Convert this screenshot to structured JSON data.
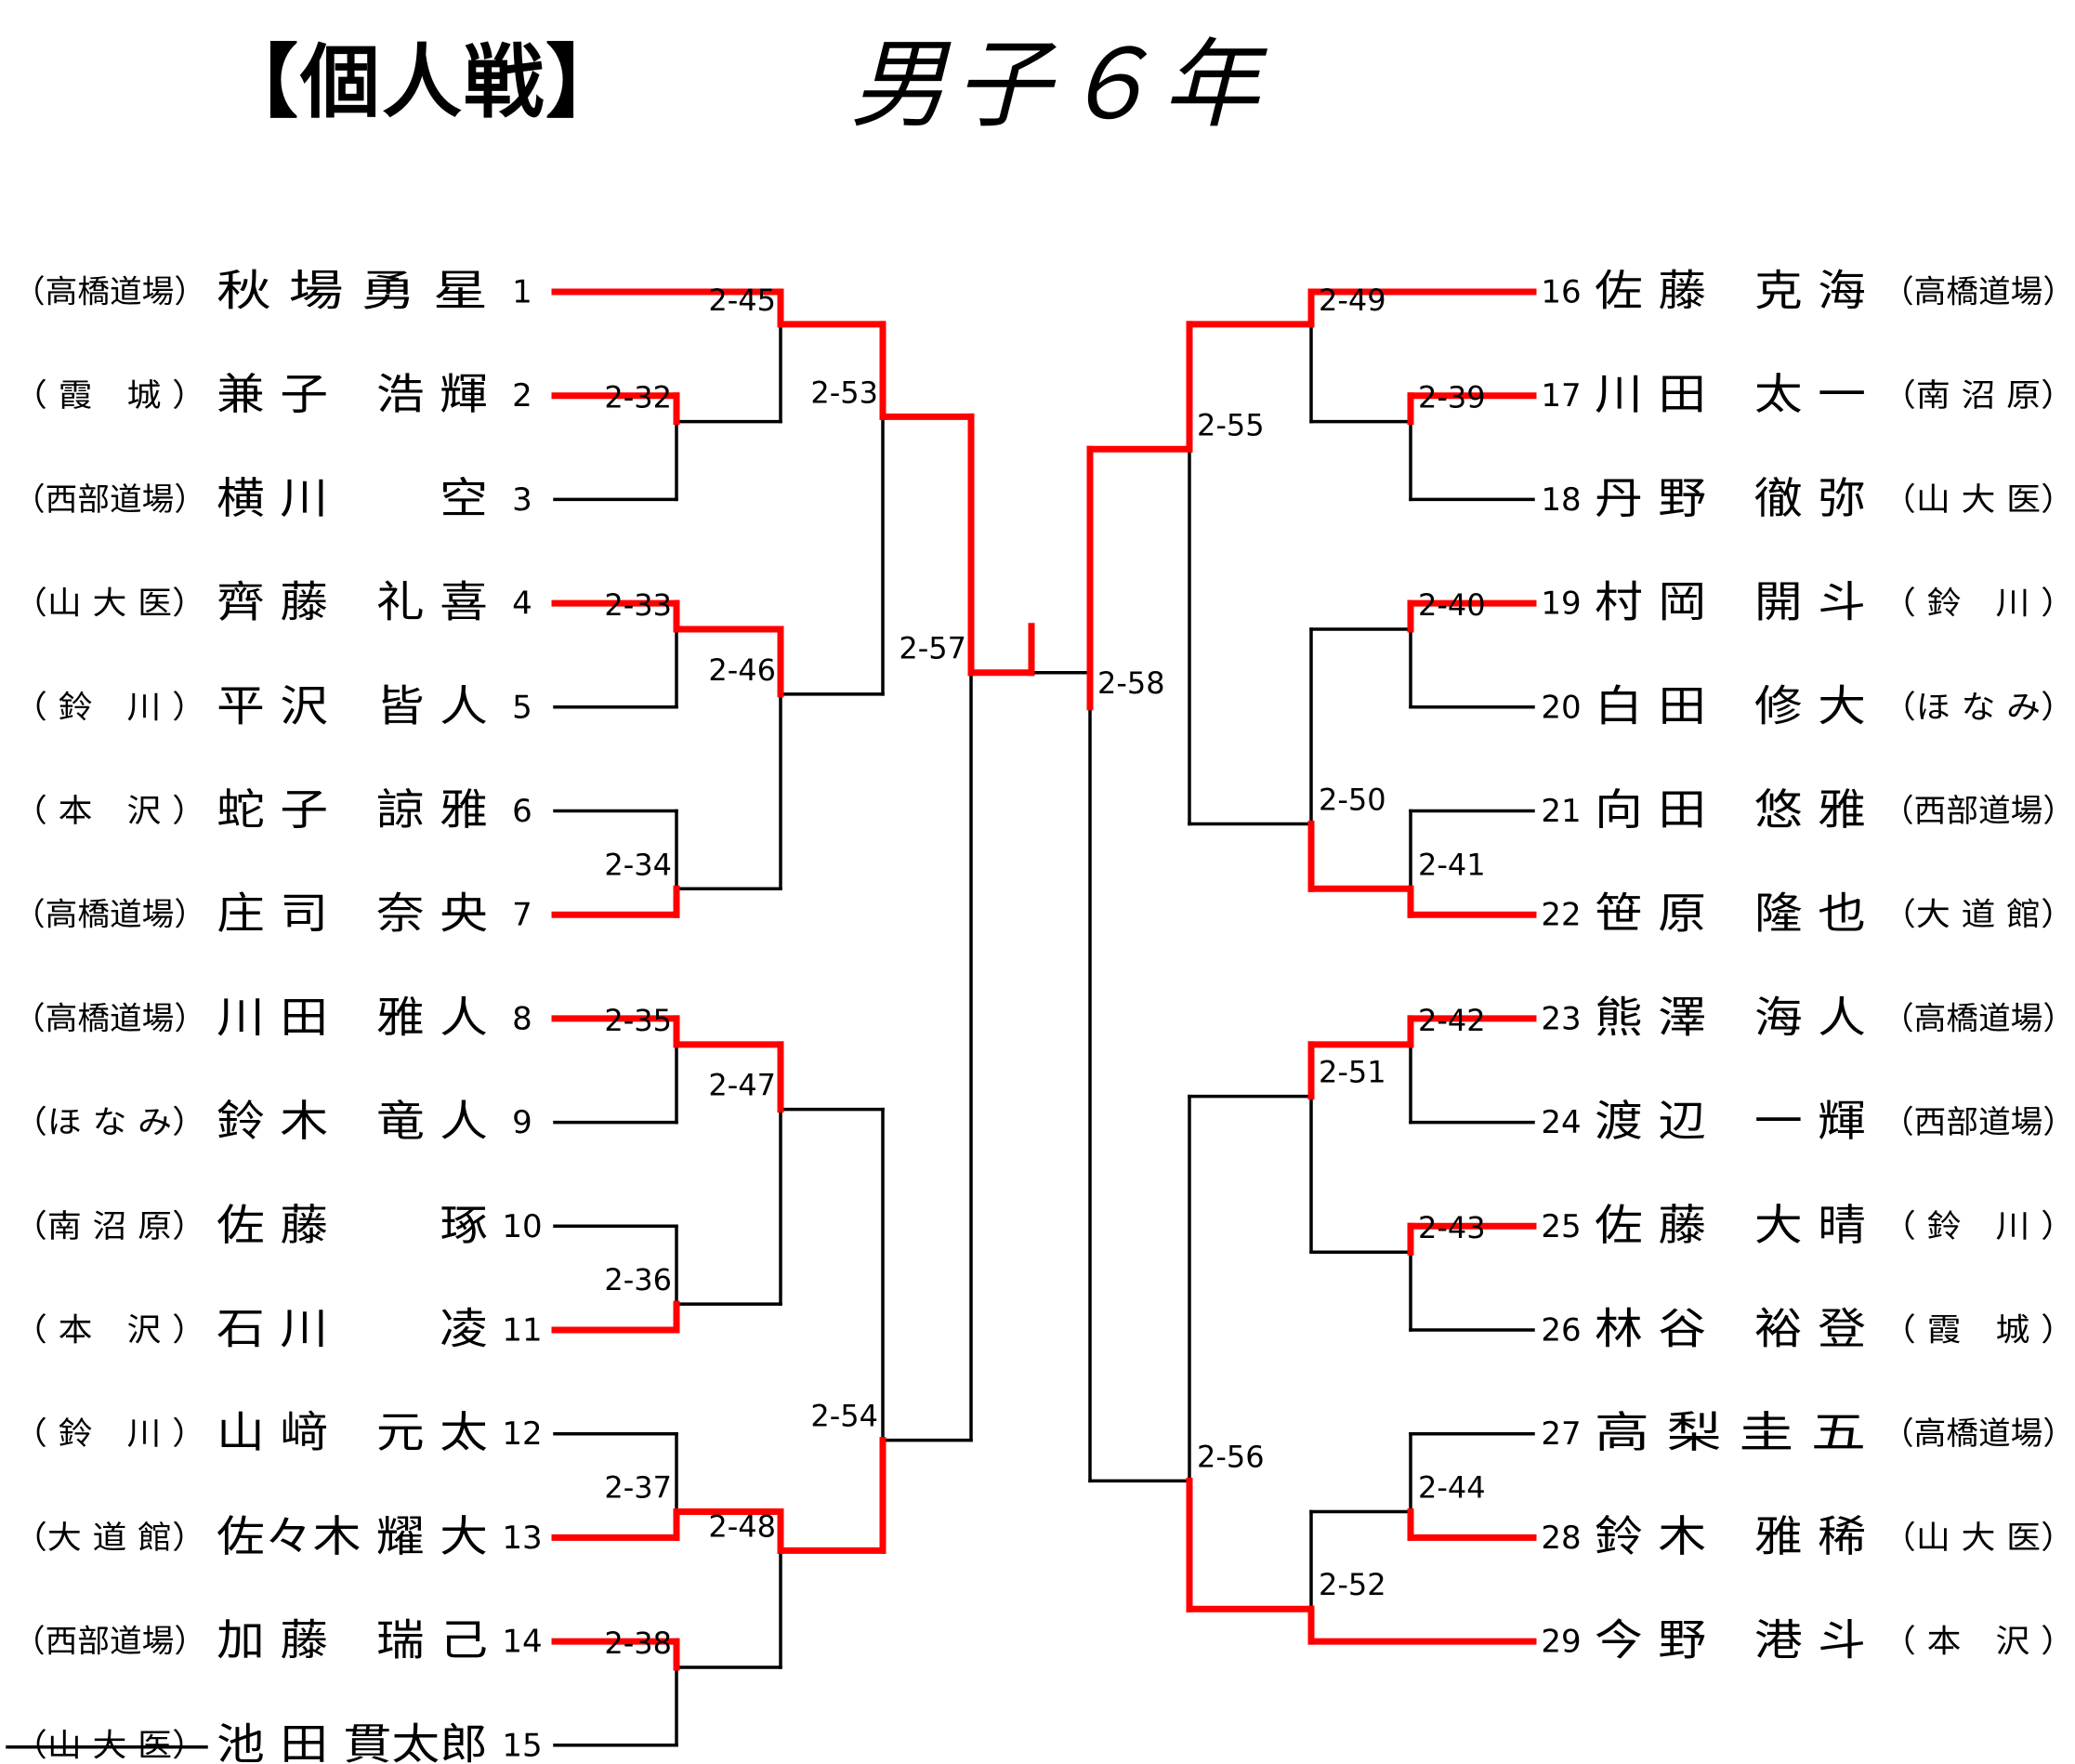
{
  "title": "【個人戦】",
  "subtitle": "男子６年",
  "colors": {
    "winner_line": "#ff0000",
    "base_line": "#000000"
  },
  "players": [
    {
      "seed": "1",
      "dojo": "（高橋道場）",
      "name": "秋 場 勇 星"
    },
    {
      "seed": "2",
      "dojo": "（ 霞　城 ）",
      "name": "兼 子　浩 輝"
    },
    {
      "seed": "3",
      "dojo": "（西部道場）",
      "name": "横 川　　 空"
    },
    {
      "seed": "4",
      "dojo": "（山 大 医）",
      "name": "齊 藤　礼 喜"
    },
    {
      "seed": "5",
      "dojo": "（ 鈴　川 ）",
      "name": "平 沢　皆 人"
    },
    {
      "seed": "6",
      "dojo": "（ 本　沢 ）",
      "name": "蛇 子　諒 雅"
    },
    {
      "seed": "7",
      "dojo": "（高橋道場）",
      "name": "庄 司　奈 央"
    },
    {
      "seed": "8",
      "dojo": "（高橋道場）",
      "name": "川 田　雅 人"
    },
    {
      "seed": "9",
      "dojo": "（ほ な み）",
      "name": "鈴 木　竜 人"
    },
    {
      "seed": "10",
      "dojo": "（南 沼 原）",
      "name": "佐 藤　　 琢"
    },
    {
      "seed": "11",
      "dojo": "（ 本　沢 ）",
      "name": "石 川　　 凌"
    },
    {
      "seed": "12",
      "dojo": "（ 鈴　川 ）",
      "name": "山 﨑　元 太"
    },
    {
      "seed": "13",
      "dojo": "（大 道 館）",
      "name": "佐々木 耀 大"
    },
    {
      "seed": "14",
      "dojo": "（西部道場）",
      "name": "加 藤　瑞 己"
    },
    {
      "seed": "15",
      "dojo": "（山 大 医）",
      "name": "池 田 貫太郎",
      "struck": true
    },
    {
      "seed": "16",
      "dojo": "（高橋道場）",
      "name": "佐 藤　克 海"
    },
    {
      "seed": "17",
      "dojo": "（南 沼 原）",
      "name": "川 田　太 一"
    },
    {
      "seed": "18",
      "dojo": "（山 大 医）",
      "name": "丹 野　徹 弥"
    },
    {
      "seed": "19",
      "dojo": "（ 鈴　川 ）",
      "name": "村 岡　開 斗"
    },
    {
      "seed": "20",
      "dojo": "（ほ な み）",
      "name": "白 田　修 大"
    },
    {
      "seed": "21",
      "dojo": "（西部道場）",
      "name": "向 田　悠 雅"
    },
    {
      "seed": "22",
      "dojo": "（大 道 館）",
      "name": "笹 原　隆 也"
    },
    {
      "seed": "23",
      "dojo": "（高橋道場）",
      "name": "熊 澤　海 人"
    },
    {
      "seed": "24",
      "dojo": "（西部道場）",
      "name": "渡 辺　一 輝"
    },
    {
      "seed": "25",
      "dojo": "（ 鈴　川 ）",
      "name": "佐 藤　大 晴"
    },
    {
      "seed": "26",
      "dojo": "（ 霞　城 ）",
      "name": "林 谷　裕 登"
    },
    {
      "seed": "27",
      "dojo": "（高橋道場）",
      "name": "高 梨 圭 五"
    },
    {
      "seed": "28",
      "dojo": "（山 大 医）",
      "name": "鈴 木　雅 稀"
    },
    {
      "seed": "29",
      "dojo": "（ 本　沢 ）",
      "name": "今 野　港 斗"
    }
  ],
  "matches": [
    {
      "id": "2-32",
      "a": 2,
      "b": 3,
      "winner": "a"
    },
    {
      "id": "2-33",
      "a": 4,
      "b": 5,
      "winner": "a"
    },
    {
      "id": "2-34",
      "a": 6,
      "b": 7,
      "winner": "b"
    },
    {
      "id": "2-35",
      "a": 8,
      "b": 9,
      "winner": "a"
    },
    {
      "id": "2-36",
      "a": 10,
      "b": 11,
      "winner": "b"
    },
    {
      "id": "2-37",
      "a": 12,
      "b": 13,
      "winner": "b"
    },
    {
      "id": "2-38",
      "a": 14,
      "b": 15,
      "winner": "a"
    },
    {
      "id": "2-39",
      "a": 17,
      "b": 18,
      "winner": "a"
    },
    {
      "id": "2-40",
      "a": 19,
      "b": 20,
      "winner": "a"
    },
    {
      "id": "2-41",
      "a": 21,
      "b": 22,
      "winner": "b"
    },
    {
      "id": "2-42",
      "a": 23,
      "b": 24,
      "winner": "a"
    },
    {
      "id": "2-43",
      "a": 25,
      "b": 26,
      "winner": "a"
    },
    {
      "id": "2-44",
      "a": 27,
      "b": 28,
      "winner": "b"
    },
    {
      "id": "2-45",
      "a": 1,
      "b": "2-32",
      "winner": "a"
    },
    {
      "id": "2-46",
      "a": "2-33",
      "b": "2-34",
      "winner": "a"
    },
    {
      "id": "2-47",
      "a": "2-35",
      "b": "2-36",
      "winner": "a"
    },
    {
      "id": "2-48",
      "a": "2-37",
      "b": "2-38",
      "winner": "a"
    },
    {
      "id": "2-49",
      "a": 16,
      "b": "2-39",
      "winner": "a"
    },
    {
      "id": "2-50",
      "a": "2-40",
      "b": "2-41",
      "winner": "b"
    },
    {
      "id": "2-51",
      "a": "2-42",
      "b": "2-43",
      "winner": "a"
    },
    {
      "id": "2-52",
      "a": "2-44",
      "b": 29,
      "winner": "b"
    },
    {
      "id": "2-53",
      "a": "2-45",
      "b": "2-46",
      "winner": "a"
    },
    {
      "id": "2-54",
      "a": "2-47",
      "b": "2-48",
      "winner": "b"
    },
    {
      "id": "2-55",
      "a": "2-49",
      "b": "2-50",
      "winner": "a"
    },
    {
      "id": "2-56",
      "a": "2-51",
      "b": "2-52",
      "winner": "b"
    },
    {
      "id": "2-57",
      "a": "2-53",
      "b": "2-54",
      "winner": "a"
    },
    {
      "id": "2-58",
      "a": "2-55",
      "b": "2-56",
      "winner": "a"
    },
    {
      "id": "final",
      "a": "2-57",
      "b": "2-58",
      "winner": "a"
    }
  ]
}
